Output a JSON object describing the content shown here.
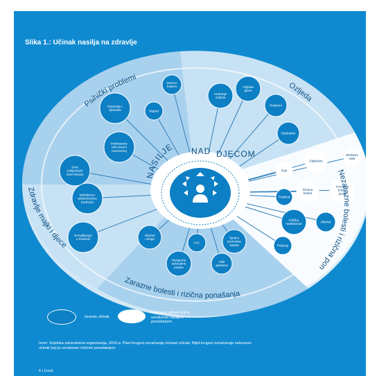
{
  "title": "Slika 1.: Učinak nasilja na zdravlje",
  "center": {
    "arc_left": "NASILJE",
    "arc_mid": "NAD",
    "arc_right": "DJECOM"
  },
  "sectors": [
    {
      "name": "Psihički problemi"
    },
    {
      "name": "Ozljeda"
    },
    {
      "name": "Nezarazne bolesti i rizična ponašanja"
    },
    {
      "name": "Zarazne bolesti i rizična ponašanja"
    },
    {
      "name": "Zdravlje majki i djece"
    }
  ],
  "nodes": [
    {
      "id": "samoubojstvo",
      "lines": [
        "Samou-",
        "bojstvo"
      ],
      "type": "direct"
    },
    {
      "id": "depresija",
      "lines": [
        "Depresija i",
        "tjeskoba"
      ],
      "type": "direct"
    },
    {
      "id": "napad",
      "lines": [
        "Napad"
      ],
      "type": "direct"
    },
    {
      "id": "ptsp",
      "lines": [
        "Posttrauma-",
        "tski stresni",
        "poremećaj"
      ],
      "type": "direct"
    },
    {
      "id": "umiranje",
      "lines": [
        "Umiranje",
        "ozljeda"
      ],
      "type": "direct"
    },
    {
      "id": "ozljeda-glave",
      "lines": [
        "Ozljeda",
        "glave"
      ],
      "type": "direct"
    },
    {
      "id": "prijelomi",
      "lines": [
        "Prijelomi"
      ],
      "type": "direct"
    },
    {
      "id": "opekotine",
      "lines": [
        "Opekotine"
      ],
      "type": "direct"
    },
    {
      "id": "mozdani-udar",
      "lines": [
        "Moždani",
        "udar"
      ],
      "type": "indirect"
    },
    {
      "id": "dijabetes",
      "lines": [
        "Dijabetes"
      ],
      "type": "indirect"
    },
    {
      "id": "rak",
      "lines": [
        "Rak"
      ],
      "type": "indirect"
    },
    {
      "id": "kronicna-bolest-pluca",
      "lines": [
        "Kronična",
        "bolest",
        "pluća"
      ],
      "type": "indirect"
    },
    {
      "id": "srcana-bolest",
      "lines": [
        "Srčana",
        "bolest"
      ],
      "type": "indirect"
    },
    {
      "id": "pretilost",
      "lines": [
        "Pretilost"
      ],
      "type": "direct"
    },
    {
      "id": "fizicka-neaktivnost",
      "lines": [
        "Fizička",
        "neaktivnost"
      ],
      "type": "direct"
    },
    {
      "id": "alkohol",
      "lines": [
        "Alkohol"
      ],
      "type": "direct"
    },
    {
      "id": "pusenje",
      "lines": [
        "Pušenje"
      ],
      "type": "direct"
    },
    {
      "id": "spolno-prenosive",
      "lines": [
        "Spolno",
        "prenosive",
        "bolesti"
      ],
      "type": "direct"
    },
    {
      "id": "visa-partnera",
      "lines": [
        "Više",
        "partnera"
      ],
      "type": "direct"
    },
    {
      "id": "hiv",
      "lines": [
        "HIV"
      ],
      "type": "direct"
    },
    {
      "id": "nesigurne-seksualne",
      "lines": [
        "Nesigurne",
        "seksualne",
        "prakse"
      ],
      "type": "direct"
    },
    {
      "id": "alkohol-droge",
      "lines": [
        "Alkohol",
        "i droge"
      ],
      "type": "direct"
    },
    {
      "id": "komplikacije",
      "lines": [
        "Komplikacije",
        "u trudnoći"
      ],
      "type": "direct"
    },
    {
      "id": "nezeljena-trudnoca",
      "lines": [
        "Neželjena i",
        "adolescentna",
        "trudnoća"
      ],
      "type": "direct"
    },
    {
      "id": "smrt-fetusa",
      "lines": [
        "Smrt",
        "(uključujući",
        "smrt fetusa)"
      ],
      "type": "direct"
    }
  ],
  "legend": {
    "direct": "Izravan učinak",
    "indirect": [
      "Neizravni učinak koji je",
      "uzrokovan nasiljem",
      "ponašanjem"
    ]
  },
  "source_note": [
    "Izvor: Svjetska zdravstvena organizacija, 2016.a. Plavi krugovi označavaju izravan učinak. Bijeli krugovi označavaju neizravan",
    "učinak koji je uzrokovan rizičnim ponašanjem."
  ],
  "footer": "6 | Uvod",
  "colors": {
    "page_bg": "#0f8ad0",
    "outer_ring": "#d3e8f6",
    "sector_a": "#a8d1ee",
    "sector_b": "#c7e2f4",
    "node_direct": "#0d7fc4",
    "node_indirect": "#ffffff",
    "center": "#ffffff",
    "line": "#2f7db8"
  }
}
